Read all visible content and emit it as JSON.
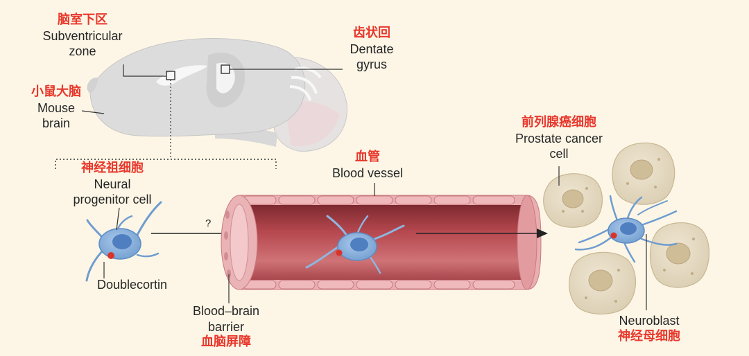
{
  "labels": {
    "svz": {
      "zh": "脑室下区",
      "en1": "Subventricular",
      "en2": "zone"
    },
    "dentate": {
      "zh": "齿状回",
      "en1": "Dentate",
      "en2": "gyrus"
    },
    "mouse": {
      "zh": "小鼠大脑",
      "en1": "Mouse",
      "en2": "brain"
    },
    "progenitor": {
      "zh": "神经祖细胞",
      "en1": "Neural",
      "en2": "progenitor cell"
    },
    "doublecortin": {
      "en": "Doublecortin"
    },
    "vessel": {
      "zh": "血管",
      "en": "Blood vessel"
    },
    "bbb": {
      "en1": "Blood–brain",
      "en2": "barrier",
      "zh": "血脑屏障"
    },
    "prostate": {
      "zh": "前列腺癌细胞",
      "en1": "Prostate cancer",
      "en2": "cell"
    },
    "neuroblast": {
      "en": "Neuroblast",
      "zh": "神经母细胞"
    },
    "question": "?"
  },
  "colors": {
    "background": "#fdf6e6",
    "label_zh": "#e8372c",
    "label_en": "#262626",
    "cell_body": "#8fb5de",
    "cell_nucleus": "#4f7fc0",
    "doublecortin_dot": "#d9342b",
    "vessel_wall": "#e7a2a6",
    "vessel_lumen": "#b5474e",
    "cancer_cell": "#e6dcc6",
    "brain": "#dcdcdc"
  }
}
